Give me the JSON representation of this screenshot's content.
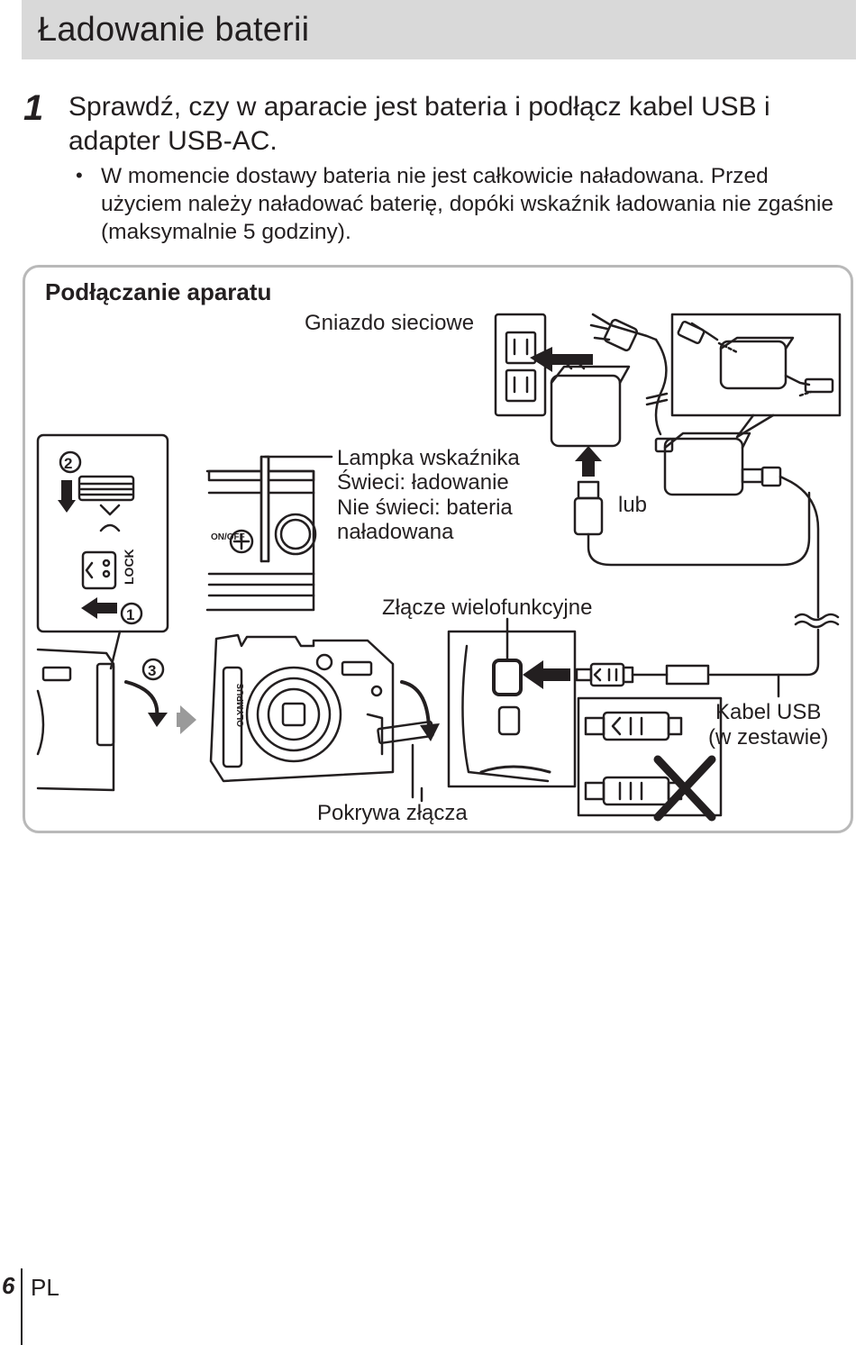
{
  "header": {
    "title": "Ładowanie baterii"
  },
  "step": {
    "number": "1",
    "text": "Sprawdź, czy w aparacie jest bateria i podłącz kabel USB i adapter USB-AC."
  },
  "bullet": {
    "symbol": "•",
    "text": "W momencie dostawy bateria nie jest całkowicie naładowana. Przed użyciem należy naładować baterię, dopóki wskaźnik ładowania nie zgaśnie (maksymalnie 5 godziny)."
  },
  "figure": {
    "title": "Podłączanie aparatu",
    "labels": {
      "outlet": "Gniazdo sieciowe",
      "lamp_title": "Lampka wskaźnika",
      "lamp_on": "Świeci: ładowanie",
      "lamp_off_1": "Nie świeci: bateria",
      "lamp_off_2": "naładowana",
      "or": "lub",
      "multi_connector": "Złącze wielofunkcyjne",
      "usb_cable_1": "Kabel USB",
      "usb_cable_2": "(w zestawie)",
      "connector_cover": "Pokrywa złącza",
      "lock": "LOCK",
      "on_off": "ON/OFF",
      "brand": "OLYMPUS"
    },
    "step_markers": [
      "1",
      "2",
      "3"
    ]
  },
  "footer": {
    "page_number": "6",
    "language": "PL"
  },
  "colors": {
    "title_bar": "#d9d9d9",
    "figure_border": "#b9b9b9",
    "ink": "#231f20",
    "arrow_grey": "#9a9a9a"
  }
}
